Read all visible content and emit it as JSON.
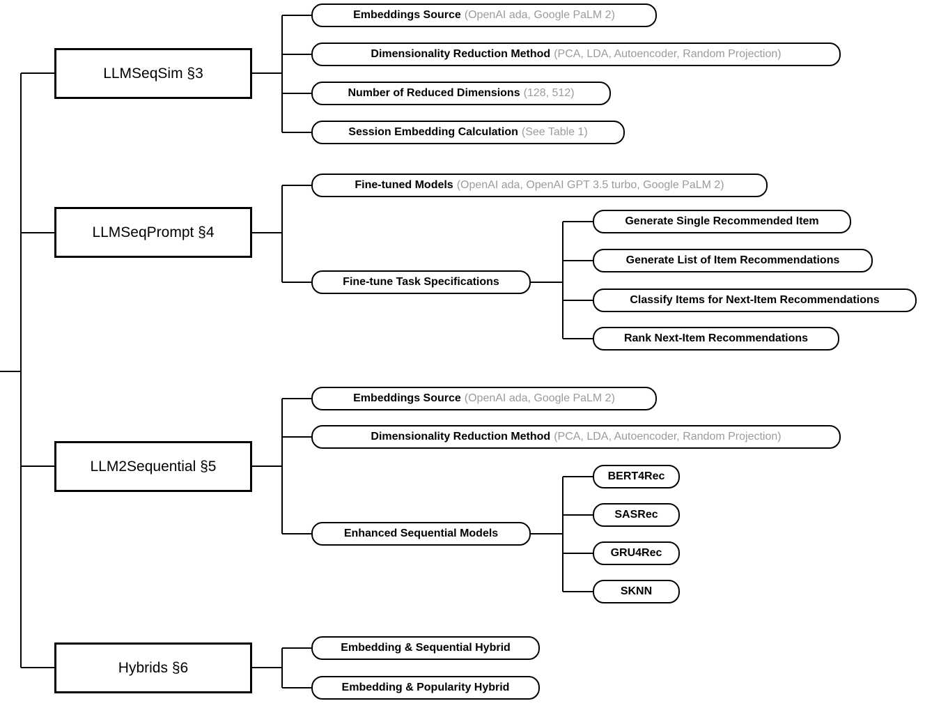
{
  "colors": {
    "line": "#000000",
    "box_border": "#000000",
    "label_text": "#000000",
    "note_text": "#9b9b9b",
    "background": "#ffffff"
  },
  "tree": {
    "sections": [
      {
        "label": "LLMSeqSim §3",
        "children": [
          {
            "label": "Embeddings Source",
            "note": "(OpenAI ada, Google PaLM 2)"
          },
          {
            "label": "Dimensionality Reduction Method",
            "note": "(PCA, LDA, Autoencoder, Random Projection)"
          },
          {
            "label": "Number of Reduced Dimensions",
            "note": "(128, 512)"
          },
          {
            "label": "Session Embedding Calculation",
            "note": "(See Table 1)"
          }
        ]
      },
      {
        "label": "LLMSeqPrompt §4",
        "children": [
          {
            "label": "Fine-tuned Models",
            "note": "(OpenAI ada, OpenAI GPT 3.5 turbo, Google PaLM 2)"
          },
          {
            "label": "Fine-tune Task Specifications",
            "children": [
              {
                "label": "Generate Single Recommended Item"
              },
              {
                "label": "Generate List of Item Recommendations"
              },
              {
                "label": "Classify Items for Next-Item Recommendations"
              },
              {
                "label": "Rank Next-Item Recommendations"
              }
            ]
          }
        ]
      },
      {
        "label": "LLM2Sequential §5",
        "children": [
          {
            "label": "Embeddings Source",
            "note": "(OpenAI ada, Google PaLM 2)"
          },
          {
            "label": "Dimensionality Reduction Method",
            "note": "(PCA, LDA, Autoencoder, Random Projection)"
          },
          {
            "label": "Enhanced Sequential Models",
            "children": [
              {
                "label": "BERT4Rec"
              },
              {
                "label": "SASRec"
              },
              {
                "label": "GRU4Rec"
              },
              {
                "label": "SKNN"
              }
            ]
          }
        ]
      },
      {
        "label": "Hybrids §6",
        "children": [
          {
            "label": "Embedding & Sequential Hybrid"
          },
          {
            "label": "Embedding & Popularity Hybrid"
          }
        ]
      }
    ]
  }
}
